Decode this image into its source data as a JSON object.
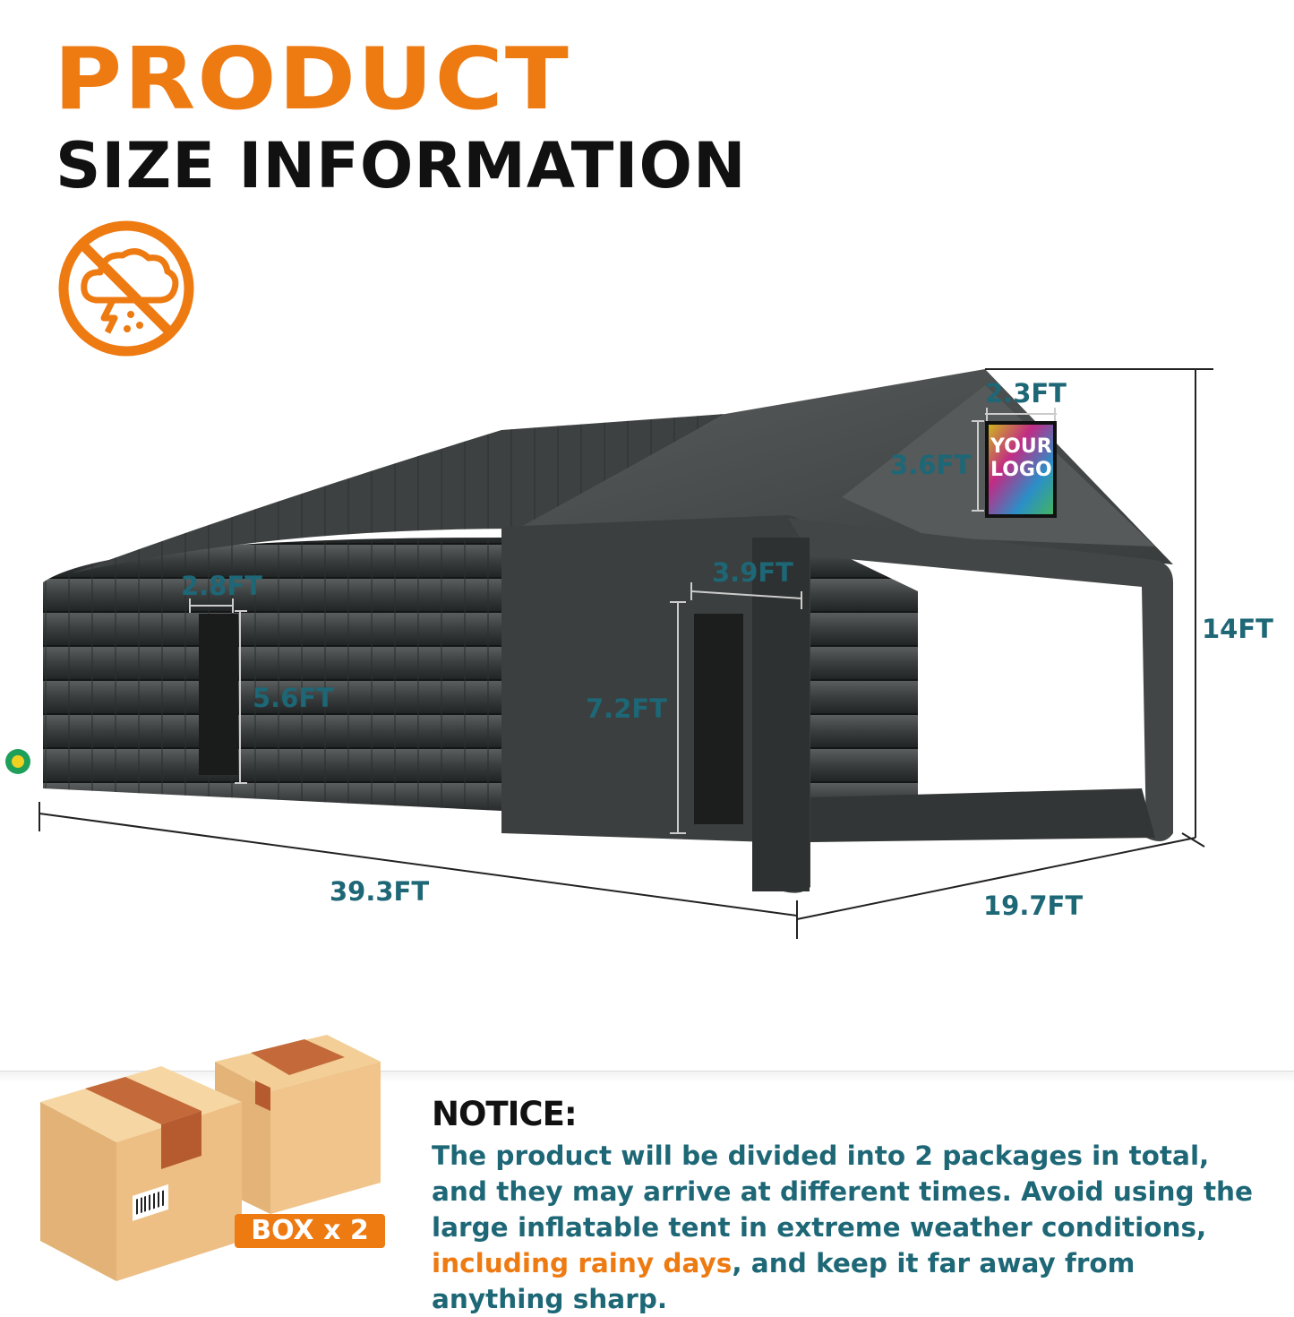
{
  "header": {
    "title_line1": "PRODUCT",
    "title_line2": "SIZE INFORMATION"
  },
  "icons": {
    "no_rain": "no-rain-storm-icon"
  },
  "dimensions": {
    "width_2_3": "2.3FT",
    "height_3_6": "3.6FT",
    "width_2_8": "2.8FT",
    "height_5_6": "5.6FT",
    "width_3_9": "3.9FT",
    "height_7_2": "7.2FT",
    "height_14": "14FT",
    "length_39_3": "39.3FT",
    "depth_19_7": "19.7FT"
  },
  "logo_sign": {
    "line1": "YOUR",
    "line2": "LOGO"
  },
  "package": {
    "badge": "BOX x 2"
  },
  "notice": {
    "title": "NOTICE:",
    "text_part1": "The product will be divided into 2 packages in total, and they may arrive at different times. Avoid using the large inflatable tent in extreme weather conditions, ",
    "text_highlight": "including rainy days",
    "text_part2": ", and keep it far away from anything sharp."
  },
  "colors": {
    "accent_orange": "#EE7A12",
    "teal_text": "#1D6776",
    "tent_dark": "#3a3d3d",
    "title_black": "#111111"
  }
}
